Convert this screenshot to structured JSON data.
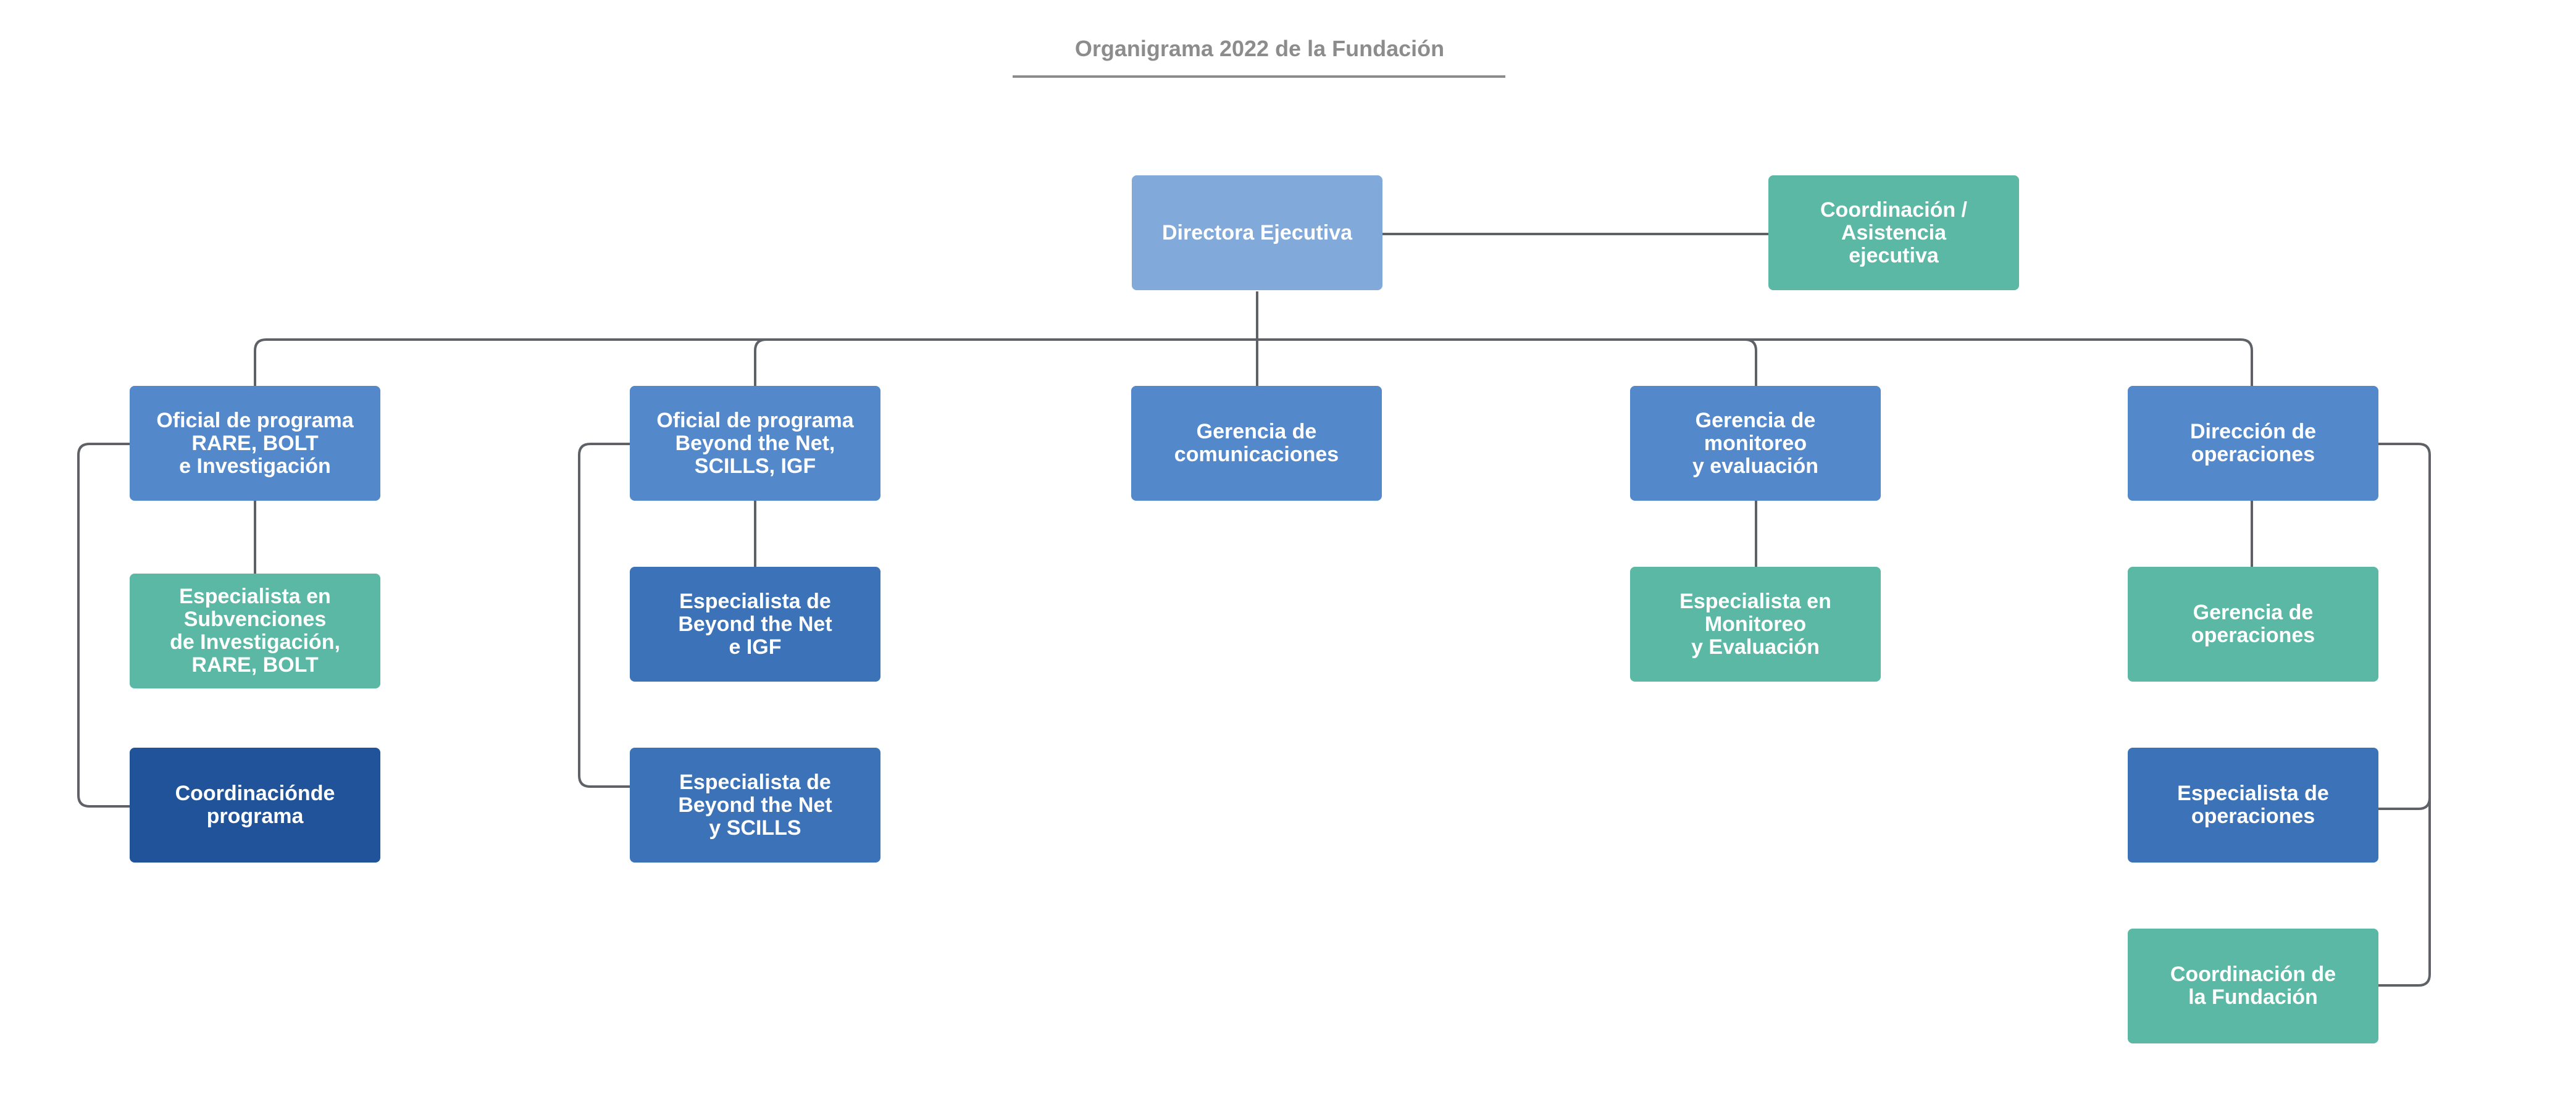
{
  "title": "Organigrama 2022 de la Fundación",
  "nodes": {
    "directora": "Directora Ejecutiva",
    "coordinacion_asistencia": "Coordinación /\nAsistencia\nejecutiva",
    "oficial_rare": "Oficial de programa\nRARE, BOLT\ne Investigación",
    "oficial_beyond": "Oficial de programa\nBeyond the Net,\nSCILLS, IGF",
    "gerencia_comunicaciones": "Gerencia de\ncomunicaciones",
    "gerencia_monitoreo": "Gerencia de\nmonitoreo\ny evaluación",
    "direccion_operaciones": "Dirección de\noperaciones",
    "especialista_subvenciones": "Especialista en\nSubvenciones\nde Investigación,\nRARE, BOLT",
    "coordinacion_programa": "Coordinaciónde\nprograma",
    "especialista_beyond_igf": "Especialista de\nBeyond the Net\ne IGF",
    "especialista_beyond_scills": "Especialista de\nBeyond the Net\ny SCILLS",
    "especialista_monitoreo": "Especialista en\nMonitoreo\ny Evaluación",
    "gerencia_operaciones": "Gerencia de\noperaciones",
    "especialista_operaciones": "Especialista de\noperaciones",
    "coordinacion_fundacion": "Coordinación de\nla Fundación"
  },
  "colors": {
    "light_blue": "#81a9da",
    "blue": "#5388cb",
    "mid_blue": "#3c72b8",
    "dark_blue": "#20539a",
    "teal": "#5ab8a5",
    "connector": "#5e6166",
    "title": "#8c8c8c"
  }
}
